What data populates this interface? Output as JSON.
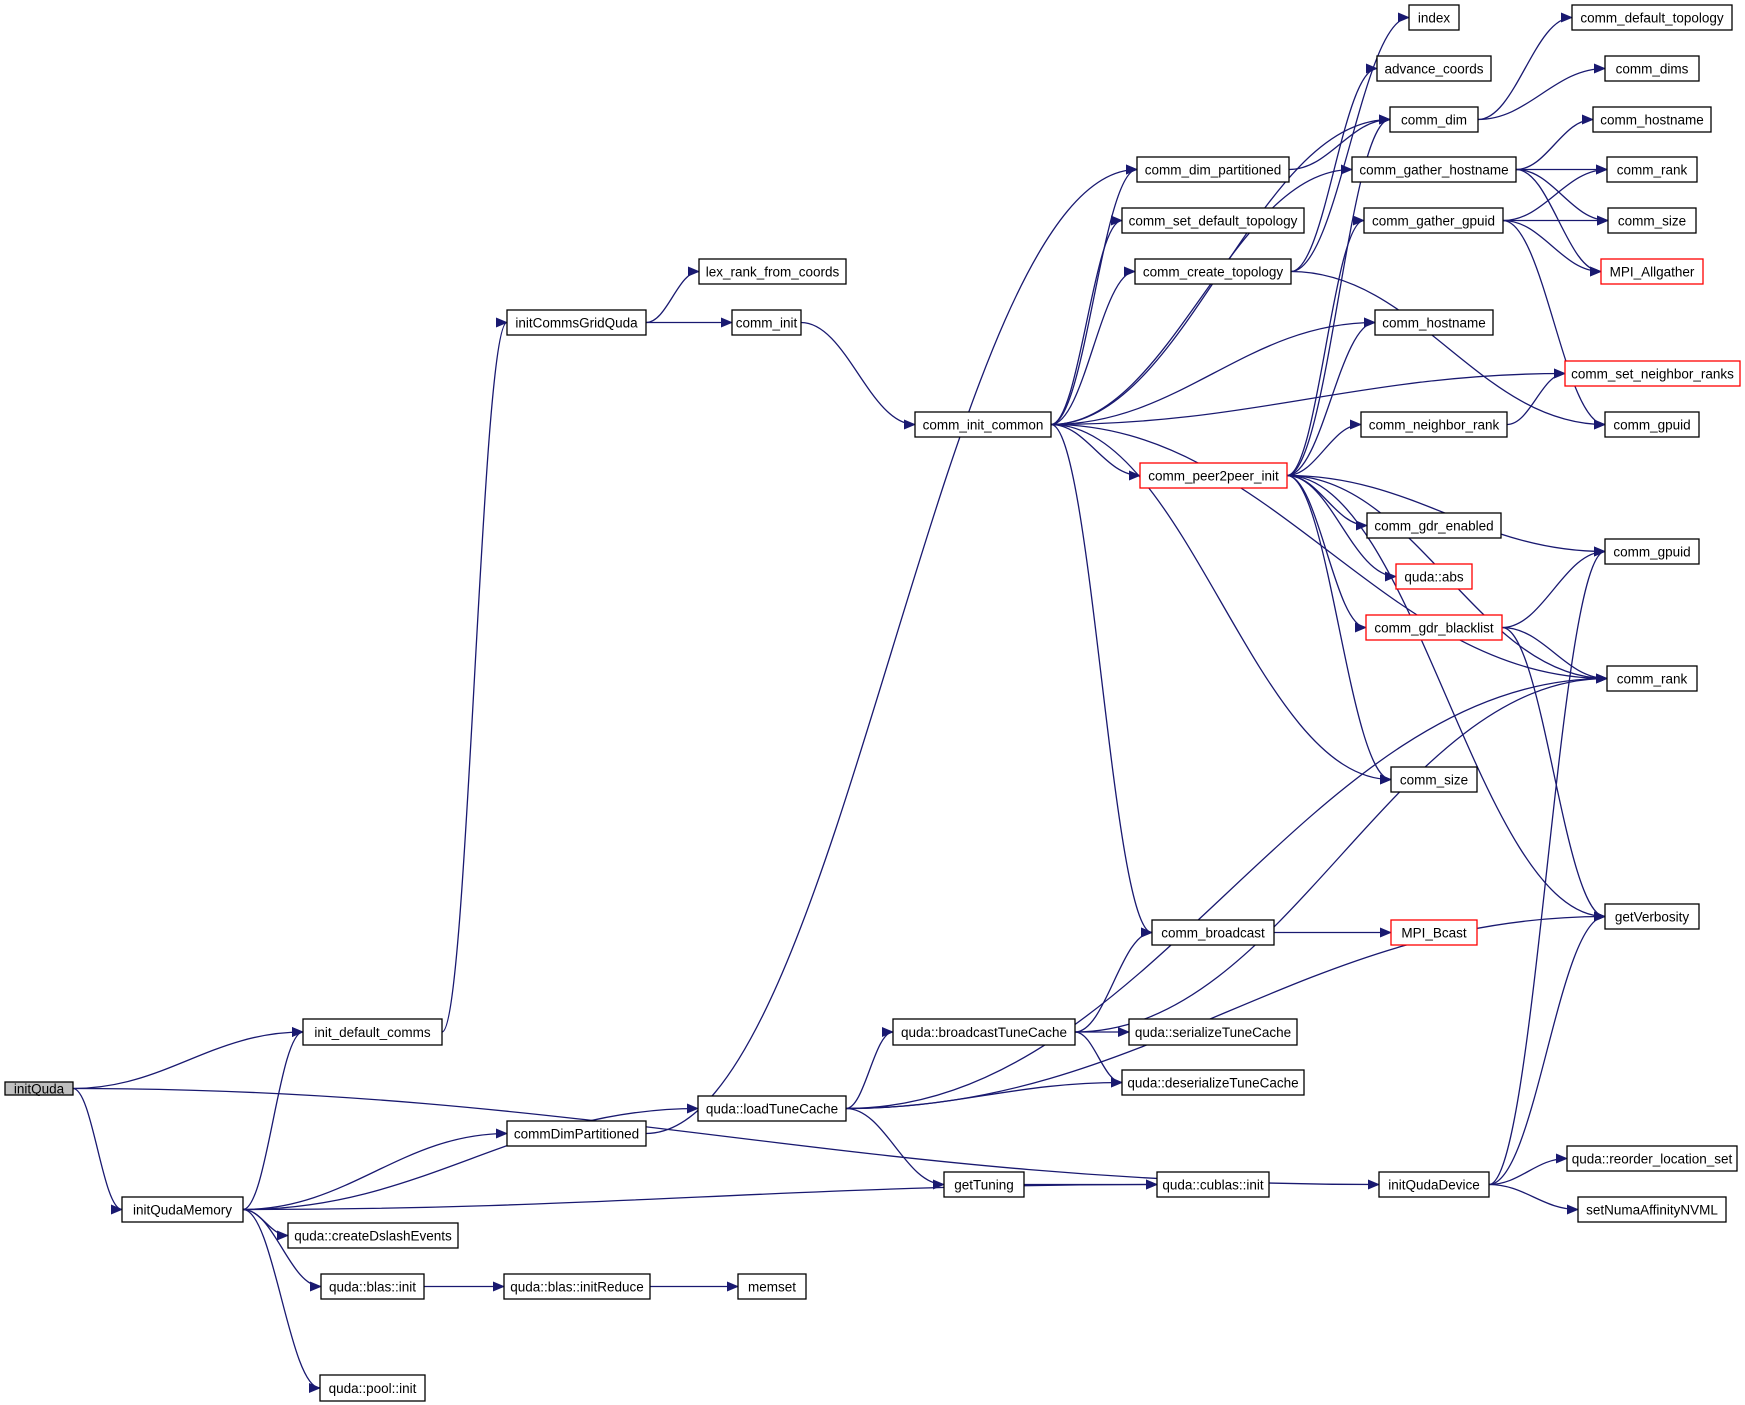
{
  "nodes": [
    {
      "id": "initQuda",
      "label": "initQuda",
      "style": "root"
    },
    {
      "id": "init_default_comms",
      "label": "init_default_comms"
    },
    {
      "id": "initQudaMemory",
      "label": "initQudaMemory"
    },
    {
      "id": "initCommsGridQuda",
      "label": "initCommsGridQuda"
    },
    {
      "id": "lex_rank_from_coords",
      "label": "lex_rank_from_coords"
    },
    {
      "id": "comm_init",
      "label": "comm_init"
    },
    {
      "id": "comm_init_common",
      "label": "comm_init_common"
    },
    {
      "id": "comm_dim_partitioned",
      "label": "comm_dim_partitioned"
    },
    {
      "id": "comm_set_default_topology",
      "label": "comm_set_default_topology"
    },
    {
      "id": "comm_create_topology",
      "label": "comm_create_topology"
    },
    {
      "id": "index",
      "label": "index"
    },
    {
      "id": "advance_coords",
      "label": "advance_coords"
    },
    {
      "id": "comm_dim",
      "label": "comm_dim"
    },
    {
      "id": "comm_default_topology",
      "label": "comm_default_topology"
    },
    {
      "id": "comm_dims",
      "label": "comm_dims"
    },
    {
      "id": "comm_gather_hostname",
      "label": "comm_gather_hostname"
    },
    {
      "id": "comm_hostname_top",
      "label": "comm_hostname"
    },
    {
      "id": "comm_rank_top",
      "label": "comm_rank"
    },
    {
      "id": "comm_gather_gpuid",
      "label": "comm_gather_gpuid"
    },
    {
      "id": "comm_size_top",
      "label": "comm_size"
    },
    {
      "id": "MPI_Allgather",
      "label": "MPI_Allgather",
      "style": "red"
    },
    {
      "id": "comm_hostname",
      "label": "comm_hostname"
    },
    {
      "id": "comm_set_neighbor_ranks",
      "label": "comm_set_neighbor_ranks",
      "style": "red"
    },
    {
      "id": "comm_neighbor_rank",
      "label": "comm_neighbor_rank"
    },
    {
      "id": "comm_gpuid_top",
      "label": "comm_gpuid"
    },
    {
      "id": "comm_peer2peer_init",
      "label": "comm_peer2peer_init",
      "style": "red"
    },
    {
      "id": "comm_gdr_enabled",
      "label": "comm_gdr_enabled"
    },
    {
      "id": "quda_abs",
      "label": "quda::abs",
      "style": "red"
    },
    {
      "id": "comm_gpuid",
      "label": "comm_gpuid"
    },
    {
      "id": "comm_gdr_blacklist",
      "label": "comm_gdr_blacklist",
      "style": "red"
    },
    {
      "id": "comm_rank",
      "label": "comm_rank"
    },
    {
      "id": "comm_size",
      "label": "comm_size"
    },
    {
      "id": "comm_broadcast",
      "label": "comm_broadcast"
    },
    {
      "id": "MPI_Bcast",
      "label": "MPI_Bcast",
      "style": "red"
    },
    {
      "id": "getVerbosity",
      "label": "getVerbosity"
    },
    {
      "id": "quda_broadcastTuneCache",
      "label": "quda::broadcastTuneCache"
    },
    {
      "id": "quda_serializeTuneCache",
      "label": "quda::serializeTuneCache"
    },
    {
      "id": "quda_deserializeTuneCache",
      "label": "quda::deserializeTuneCache"
    },
    {
      "id": "quda_loadTuneCache",
      "label": "quda::loadTuneCache"
    },
    {
      "id": "commDimPartitioned",
      "label": "commDimPartitioned"
    },
    {
      "id": "getTuning",
      "label": "getTuning"
    },
    {
      "id": "quda_cublas_init",
      "label": "quda::cublas::init"
    },
    {
      "id": "initQudaDevice",
      "label": "initQudaDevice"
    },
    {
      "id": "quda_reorder_location_set",
      "label": "quda::reorder_location_set"
    },
    {
      "id": "setNumaAffinityNVML",
      "label": "setNumaAffinityNVML"
    },
    {
      "id": "quda_createDslashEvents",
      "label": "quda::createDslashEvents"
    },
    {
      "id": "quda_blas_init",
      "label": "quda::blas::init"
    },
    {
      "id": "quda_blas_initReduce",
      "label": "quda::blas::initReduce"
    },
    {
      "id": "memset",
      "label": "memset"
    },
    {
      "id": "quda_pool_init",
      "label": "quda::pool::init"
    }
  ],
  "edges": [
    [
      "initQuda",
      "init_default_comms"
    ],
    [
      "initQuda",
      "initQudaMemory"
    ],
    [
      "initQuda",
      "initQudaDevice"
    ],
    [
      "init_default_comms",
      "initCommsGridQuda"
    ],
    [
      "initCommsGridQuda",
      "lex_rank_from_coords"
    ],
    [
      "initCommsGridQuda",
      "comm_init"
    ],
    [
      "comm_init",
      "comm_init_common"
    ],
    [
      "comm_init_common",
      "comm_dim_partitioned"
    ],
    [
      "comm_init_common",
      "comm_set_default_topology"
    ],
    [
      "comm_init_common",
      "comm_create_topology"
    ],
    [
      "comm_init_common",
      "comm_dim"
    ],
    [
      "comm_init_common",
      "comm_gather_hostname"
    ],
    [
      "comm_init_common",
      "comm_hostname"
    ],
    [
      "comm_init_common",
      "comm_peer2peer_init"
    ],
    [
      "comm_init_common",
      "comm_size"
    ],
    [
      "comm_init_common",
      "comm_rank"
    ],
    [
      "comm_init_common",
      "comm_broadcast"
    ],
    [
      "comm_init_common",
      "comm_set_neighbor_ranks"
    ],
    [
      "comm_dim_partitioned",
      "comm_dim"
    ],
    [
      "comm_create_topology",
      "index"
    ],
    [
      "comm_create_topology",
      "advance_coords"
    ],
    [
      "comm_create_topology",
      "comm_gpuid_top"
    ],
    [
      "comm_dim",
      "comm_default_topology"
    ],
    [
      "comm_dim",
      "comm_dims"
    ],
    [
      "comm_gather_hostname",
      "comm_hostname_top"
    ],
    [
      "comm_gather_hostname",
      "comm_rank_top"
    ],
    [
      "comm_gather_hostname",
      "comm_size_top"
    ],
    [
      "comm_gather_hostname",
      "MPI_Allgather"
    ],
    [
      "comm_gather_gpuid",
      "comm_rank_top"
    ],
    [
      "comm_gather_gpuid",
      "comm_size_top"
    ],
    [
      "comm_gather_gpuid",
      "MPI_Allgather"
    ],
    [
      "comm_gather_gpuid",
      "comm_gpuid_top"
    ],
    [
      "comm_neighbor_rank",
      "comm_set_neighbor_ranks"
    ],
    [
      "comm_peer2peer_init",
      "comm_dim"
    ],
    [
      "comm_peer2peer_init",
      "comm_gather_gpuid"
    ],
    [
      "comm_peer2peer_init",
      "comm_hostname"
    ],
    [
      "comm_peer2peer_init",
      "comm_neighbor_rank"
    ],
    [
      "comm_peer2peer_init",
      "comm_gdr_enabled"
    ],
    [
      "comm_peer2peer_init",
      "quda_abs"
    ],
    [
      "comm_peer2peer_init",
      "comm_gpuid"
    ],
    [
      "comm_peer2peer_init",
      "comm_gdr_blacklist"
    ],
    [
      "comm_peer2peer_init",
      "comm_rank"
    ],
    [
      "comm_peer2peer_init",
      "comm_size"
    ],
    [
      "comm_peer2peer_init",
      "getVerbosity"
    ],
    [
      "comm_gdr_blacklist",
      "comm_gpuid"
    ],
    [
      "comm_gdr_blacklist",
      "comm_rank"
    ],
    [
      "comm_gdr_blacklist",
      "getVerbosity"
    ],
    [
      "comm_broadcast",
      "MPI_Bcast"
    ],
    [
      "initQudaMemory",
      "init_default_comms"
    ],
    [
      "initQudaMemory",
      "commDimPartitioned"
    ],
    [
      "initQudaMemory",
      "quda_loadTuneCache"
    ],
    [
      "initQudaMemory",
      "quda_createDslashEvents"
    ],
    [
      "initQudaMemory",
      "quda_blas_init"
    ],
    [
      "initQudaMemory",
      "quda_cublas_init"
    ],
    [
      "initQudaMemory",
      "quda_pool_init"
    ],
    [
      "commDimPartitioned",
      "comm_dim_partitioned"
    ],
    [
      "quda_loadTuneCache",
      "comm_rank"
    ],
    [
      "quda_loadTuneCache",
      "quda_broadcastTuneCache"
    ],
    [
      "quda_loadTuneCache",
      "quda_deserializeTuneCache"
    ],
    [
      "quda_loadTuneCache",
      "getVerbosity"
    ],
    [
      "quda_loadTuneCache",
      "getTuning"
    ],
    [
      "quda_broadcastTuneCache",
      "comm_broadcast"
    ],
    [
      "quda_broadcastTuneCache",
      "quda_serializeTuneCache"
    ],
    [
      "quda_broadcastTuneCache",
      "quda_deserializeTuneCache"
    ],
    [
      "quda_broadcastTuneCache",
      "comm_rank"
    ],
    [
      "getTuning",
      "quda_cublas_init"
    ],
    [
      "initQudaDevice",
      "comm_gpuid"
    ],
    [
      "initQudaDevice",
      "getVerbosity"
    ],
    [
      "initQudaDevice",
      "quda_reorder_location_set"
    ],
    [
      "initQudaDevice",
      "setNumaAffinityNVML"
    ],
    [
      "quda_blas_init",
      "quda_blas_initReduce"
    ],
    [
      "quda_blas_initReduce",
      "memset"
    ]
  ]
}
